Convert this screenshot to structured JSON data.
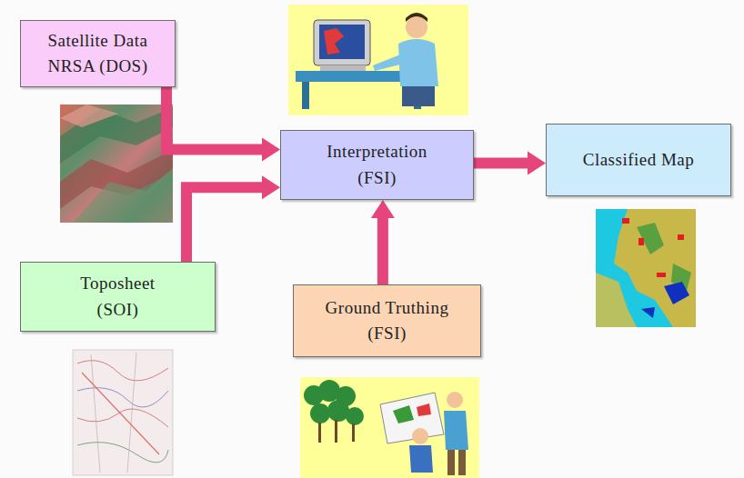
{
  "diagram": {
    "nodes": [
      {
        "text": [
          "Satellite Data NRSA (DOS)"
        ]
      },
      {
        "text": [
          "Interpretation (FSI)"
        ]
      },
      {
        "text": [
          "Classified Map"
        ]
      },
      {
        "text": [
          "Toposheet (SOI)"
        ]
      },
      {
        "text": [
          "Ground Truthing (FSI)"
        ]
      }
    ],
    "edges": [
      {
        "from": 0,
        "to": 1,
        "arrow": "to"
      },
      {
        "from": 3,
        "to": 1,
        "arrow": "to"
      },
      {
        "from": 4,
        "to": 1,
        "arrow": "to"
      },
      {
        "from": 1,
        "to": 2,
        "arrow": "to"
      }
    ]
  }
}
